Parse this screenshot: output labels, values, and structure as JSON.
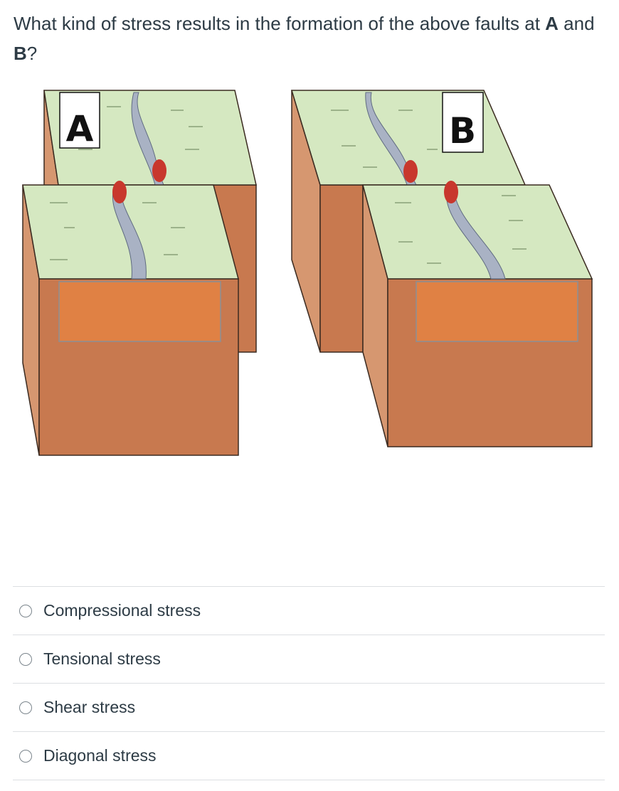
{
  "question": {
    "prefix": "What kind of stress results in the formation of the above faults at ",
    "label_a": "A",
    "conjunction": " and ",
    "label_b": "B",
    "suffix": "?"
  },
  "figure": {
    "block_a_label": "A",
    "block_b_label": "B",
    "colors": {
      "grass": "#d5e8c1",
      "rock": "#c8794f",
      "rock_light": "#d69770",
      "layer": "#e08144",
      "road": "#a9b2c4",
      "marker": "#c8372d"
    }
  },
  "answers": [
    {
      "label": "Compressional stress"
    },
    {
      "label": "Tensional stress"
    },
    {
      "label": "Shear stress"
    },
    {
      "label": "Diagonal stress"
    }
  ]
}
